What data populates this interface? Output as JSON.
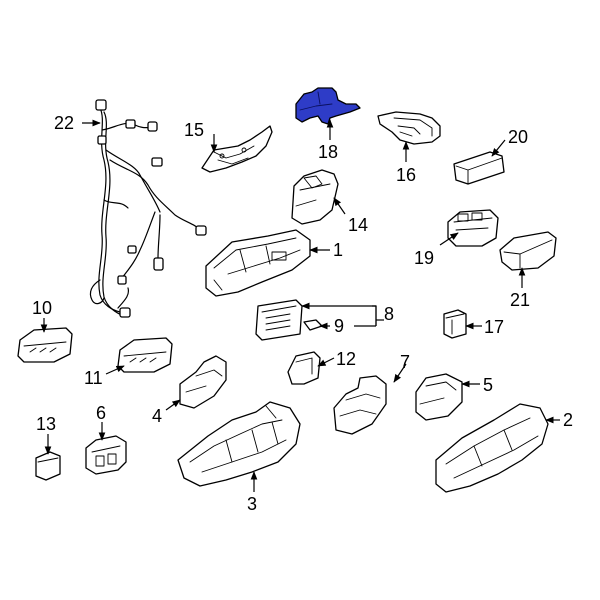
{
  "diagram": {
    "highlight_color": "#2e3cc7",
    "callouts": {
      "n1": "1",
      "n2": "2",
      "n3": "3",
      "n4": "4",
      "n5": "5",
      "n6": "6",
      "n7": "7",
      "n8": "8",
      "n9": "9",
      "n10": "10",
      "n11": "11",
      "n12": "12",
      "n13": "13",
      "n14": "14",
      "n15": "15",
      "n16": "16",
      "n17": "17",
      "n18": "18",
      "n19": "19",
      "n20": "20",
      "n21": "21",
      "n22": "22"
    },
    "highlighted_part": "18"
  }
}
